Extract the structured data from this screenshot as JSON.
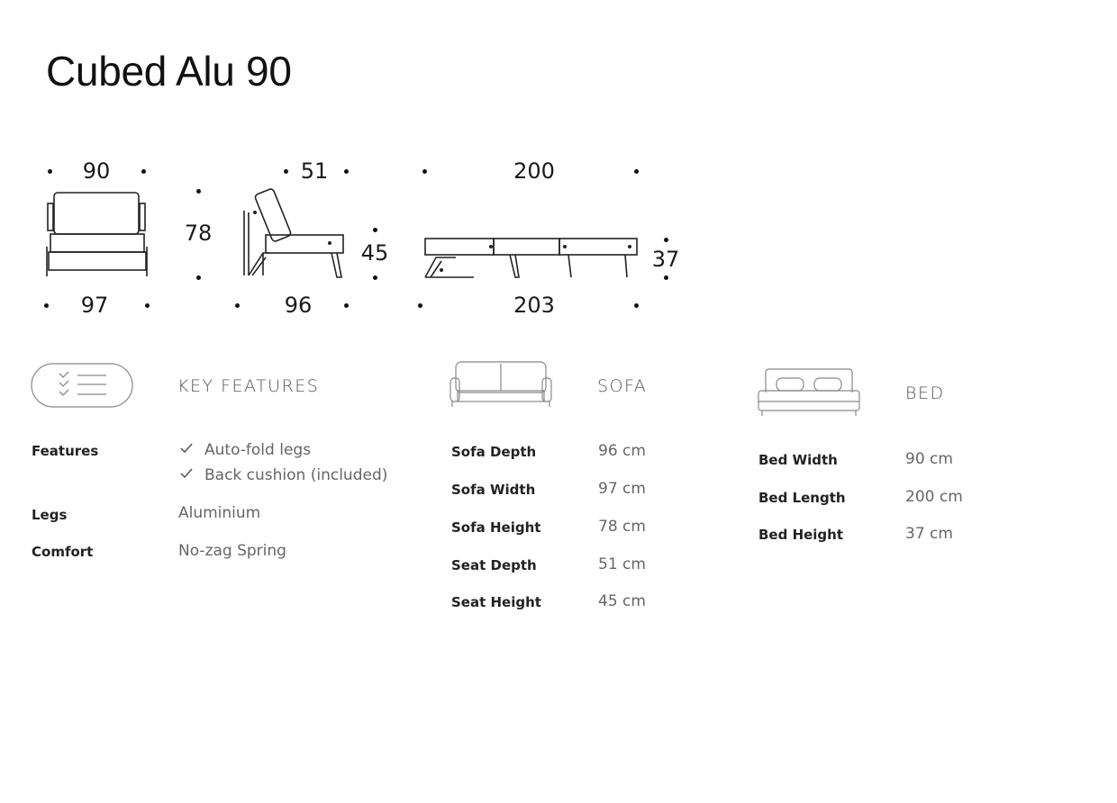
{
  "title": "Cubed Alu 90",
  "diagram": {
    "front": {
      "top_width": "90",
      "bottom_width": "97",
      "height": "78"
    },
    "side": {
      "top_depth": "51",
      "bottom_depth": "96",
      "seat_height": "45"
    },
    "bed": {
      "top_length": "200",
      "bottom_length": "203",
      "height": "37"
    }
  },
  "key_features": {
    "heading": "KEY FEATURES",
    "icon": "checklist-icon",
    "rows": [
      {
        "label": "Features",
        "values": [
          "Auto-fold legs",
          "Back cushion (included)"
        ]
      },
      {
        "label": "Legs",
        "value": "Aluminium"
      },
      {
        "label": "Comfort",
        "value": "No-zag Spring"
      }
    ]
  },
  "sofa": {
    "heading": "SOFA",
    "icon": "sofa-icon",
    "rows": [
      {
        "label": "Sofa Depth",
        "value": "96 cm"
      },
      {
        "label": "Sofa Width",
        "value": "97 cm"
      },
      {
        "label": "Sofa Height",
        "value": "78 cm"
      },
      {
        "label": "Seat Depth",
        "value": "51 cm"
      },
      {
        "label": "Seat Height",
        "value": "45 cm"
      }
    ]
  },
  "bed": {
    "heading": "BED",
    "icon": "bed-icon",
    "rows": [
      {
        "label": "Bed Width",
        "value": "90 cm"
      },
      {
        "label": "Bed Length",
        "value": "200 cm"
      },
      {
        "label": "Bed Height",
        "value": "37 cm"
      }
    ]
  }
}
